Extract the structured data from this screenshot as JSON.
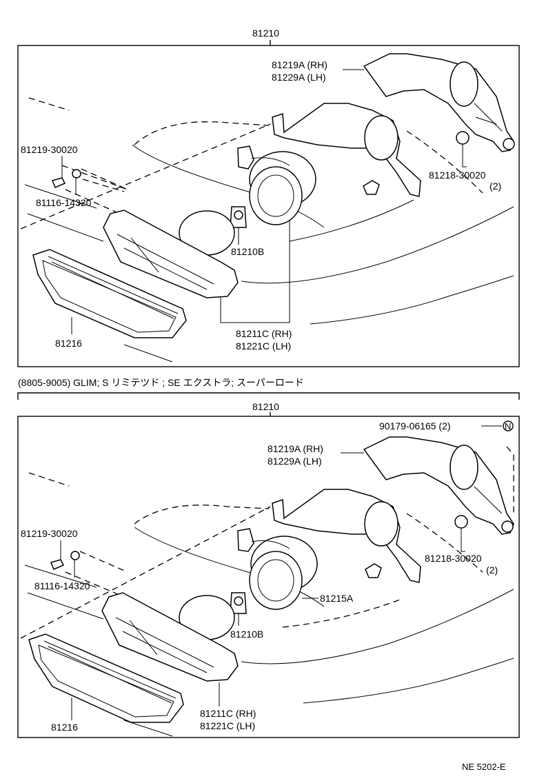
{
  "top_diagram": {
    "assembly_no": "81210",
    "labels": {
      "bracket_rh": "81219A (RH)",
      "bracket_lh": "81229A (LH)",
      "screw": "81219-30020",
      "washer": "81116-14320",
      "nut": "81218-30020",
      "nut_qty": "(2)",
      "bulb": "81210B",
      "lens_rh": "81211C (RH)",
      "lens_lh": "81221C (LH)",
      "bezel": "81216"
    }
  },
  "condition_note": "(8805-9005) GLIM; S リミテツド ; SE エクストラ; スーパーロード",
  "bottom_diagram": {
    "assembly_no": "81210",
    "labels": {
      "bolt": "90179-06165 (2)",
      "bolt_marker": "N",
      "bracket_rh": "81219A (RH)",
      "bracket_lh": "81229A (LH)",
      "screw": "81219-30020",
      "washer": "81116-14320",
      "nut": "81218-30020",
      "nut_qty": "(2)",
      "socket": "81215A",
      "bulb": "81210B",
      "lens_rh": "81211C (RH)",
      "lens_lh": "81221C (LH)",
      "bezel": "81216"
    }
  },
  "figure_code": "NE 5202-E"
}
